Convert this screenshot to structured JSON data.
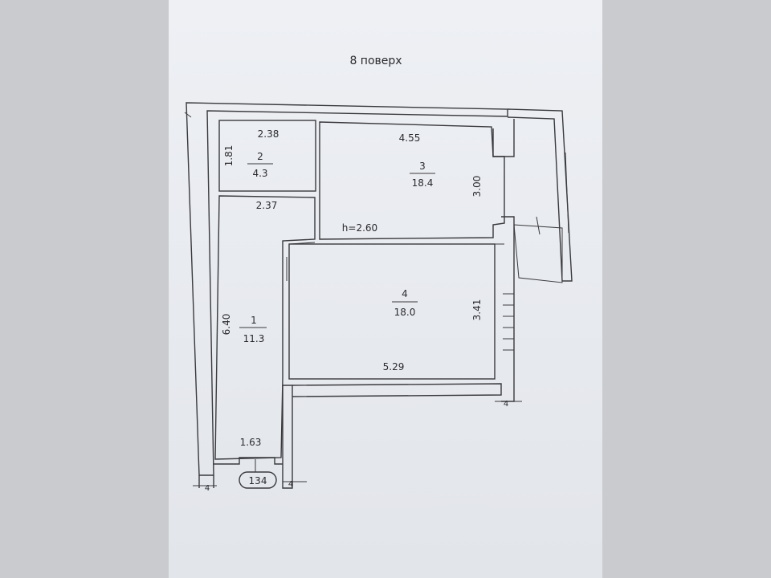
{
  "plan": {
    "floor_title": "8 поверх",
    "ceiling_height": "h=2.60",
    "apartment_number": "134",
    "rooms": [
      {
        "number": "1",
        "area": "11.3"
      },
      {
        "number": "2",
        "area": "4.3"
      },
      {
        "number": "3",
        "area": "18.4"
      },
      {
        "number": "4",
        "area": "18.0"
      }
    ],
    "dimensions": {
      "room2_width": "2.38",
      "room2_depth": "1.81",
      "room1_width": "2.37",
      "room1_length": "6.40",
      "room1_entrance": "1.63",
      "room3_width": "4.55",
      "room3_depth": "3.00",
      "room4_depth": "3.41",
      "room4_width": "5.29"
    },
    "axis_markers": [
      "4",
      "4",
      "4"
    ]
  }
}
